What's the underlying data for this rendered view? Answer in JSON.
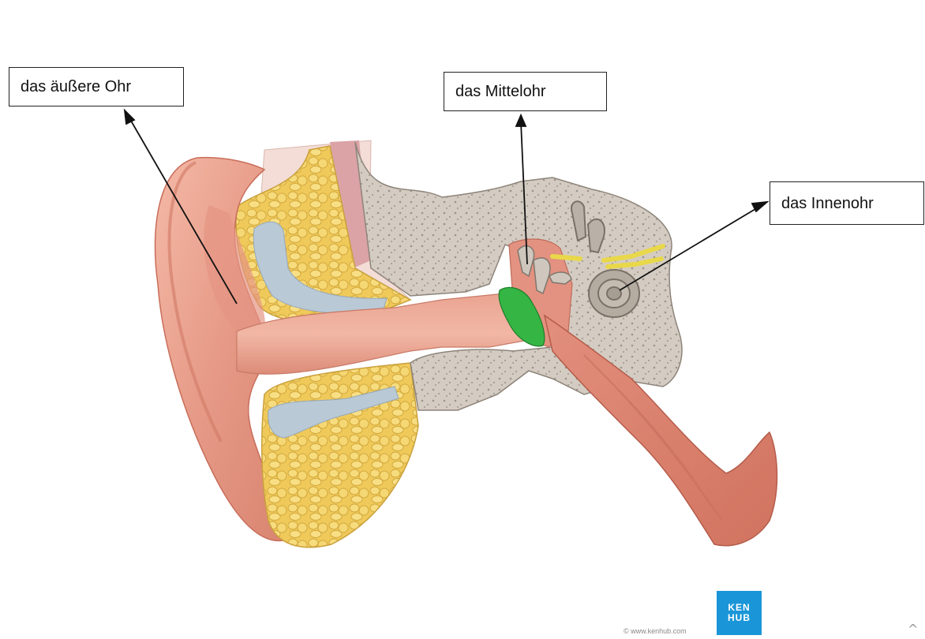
{
  "labels": {
    "outer_ear": "das äußere Ohr",
    "middle_ear": "das Mittelohr",
    "inner_ear": "das Innenohr"
  },
  "watermark": {
    "text": "www.kenhub.com"
  },
  "credit": {
    "text": "© www.kenhub.com"
  },
  "logo": {
    "line1": "KEN",
    "line2": "HUB",
    "color": "#1a96d8"
  },
  "colors": {
    "skin": "#e9a08f",
    "cartilage": "#f3d36b",
    "bone": "#cfc7bd",
    "tympanic_membrane": "#35b544",
    "nerve": "#e8d84a",
    "cartilage_core": "#b9c9d6"
  },
  "icons": {
    "scroll_indicator": "chevron-up-icon"
  }
}
